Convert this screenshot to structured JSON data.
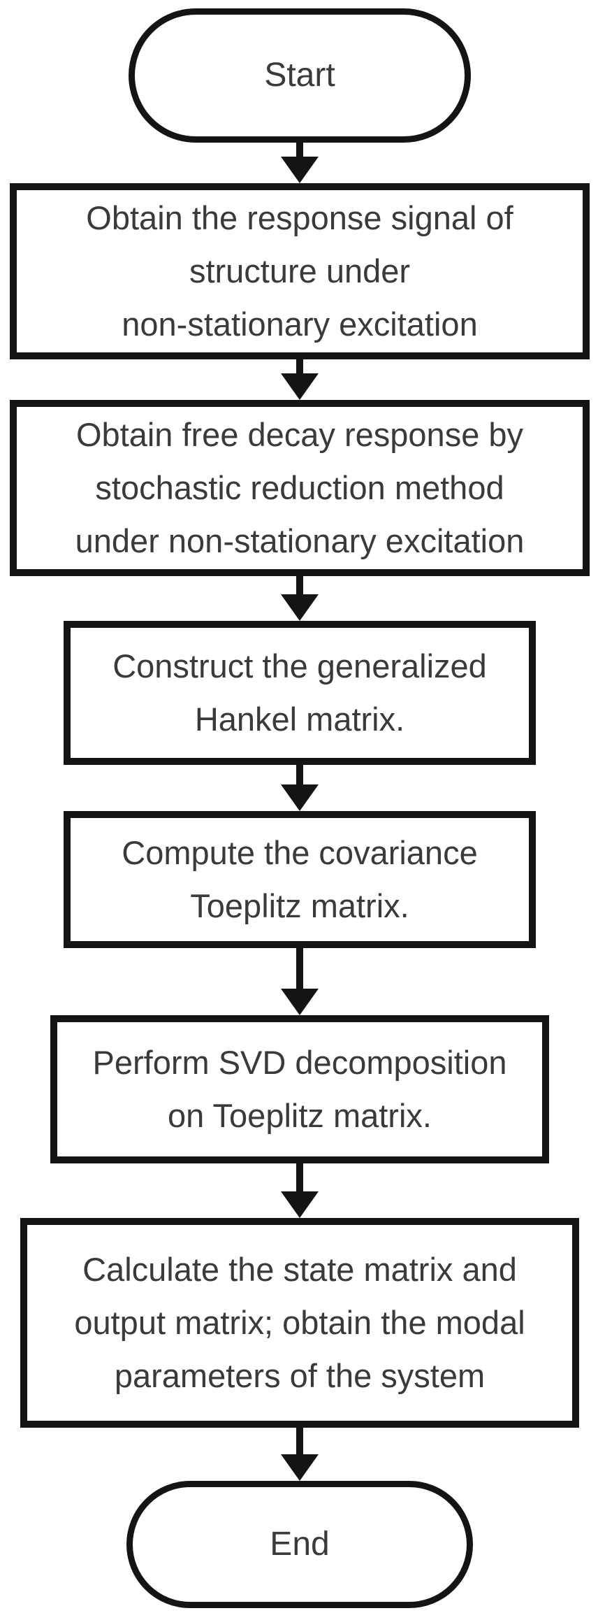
{
  "diagram": {
    "type": "flowchart",
    "direction": "top-down",
    "colors": {
      "background": "#ffffff",
      "node_border": "#141414",
      "node_fill": "#ffffff",
      "text": "#3a3a3a",
      "arrow": "#141414"
    },
    "nodes": [
      {
        "id": "start",
        "shape": "terminal",
        "label": "Start"
      },
      {
        "id": "step-1",
        "shape": "process",
        "label": "Obtain the response signal of\nstructure under\nnon-stationary excitation"
      },
      {
        "id": "step-2",
        "shape": "process",
        "label": "Obtain free decay response by\nstochastic reduction method\nunder non-stationary excitation"
      },
      {
        "id": "step-3",
        "shape": "process",
        "label": "Construct the generalized\nHankel matrix."
      },
      {
        "id": "step-4",
        "shape": "process",
        "label": "Compute the covariance\nToeplitz matrix."
      },
      {
        "id": "step-5",
        "shape": "process",
        "label": "Perform SVD decomposition\non Toeplitz matrix."
      },
      {
        "id": "step-6",
        "shape": "process",
        "label": "Calculate the state matrix and\noutput matrix; obtain the modal\nparameters of the system"
      },
      {
        "id": "end",
        "shape": "terminal",
        "label": "End"
      }
    ],
    "edges": [
      {
        "from": "start",
        "to": "step-1"
      },
      {
        "from": "step-1",
        "to": "step-2"
      },
      {
        "from": "step-2",
        "to": "step-3"
      },
      {
        "from": "step-3",
        "to": "step-4"
      },
      {
        "from": "step-4",
        "to": "step-5"
      },
      {
        "from": "step-5",
        "to": "step-6"
      },
      {
        "from": "step-6",
        "to": "end"
      }
    ]
  }
}
